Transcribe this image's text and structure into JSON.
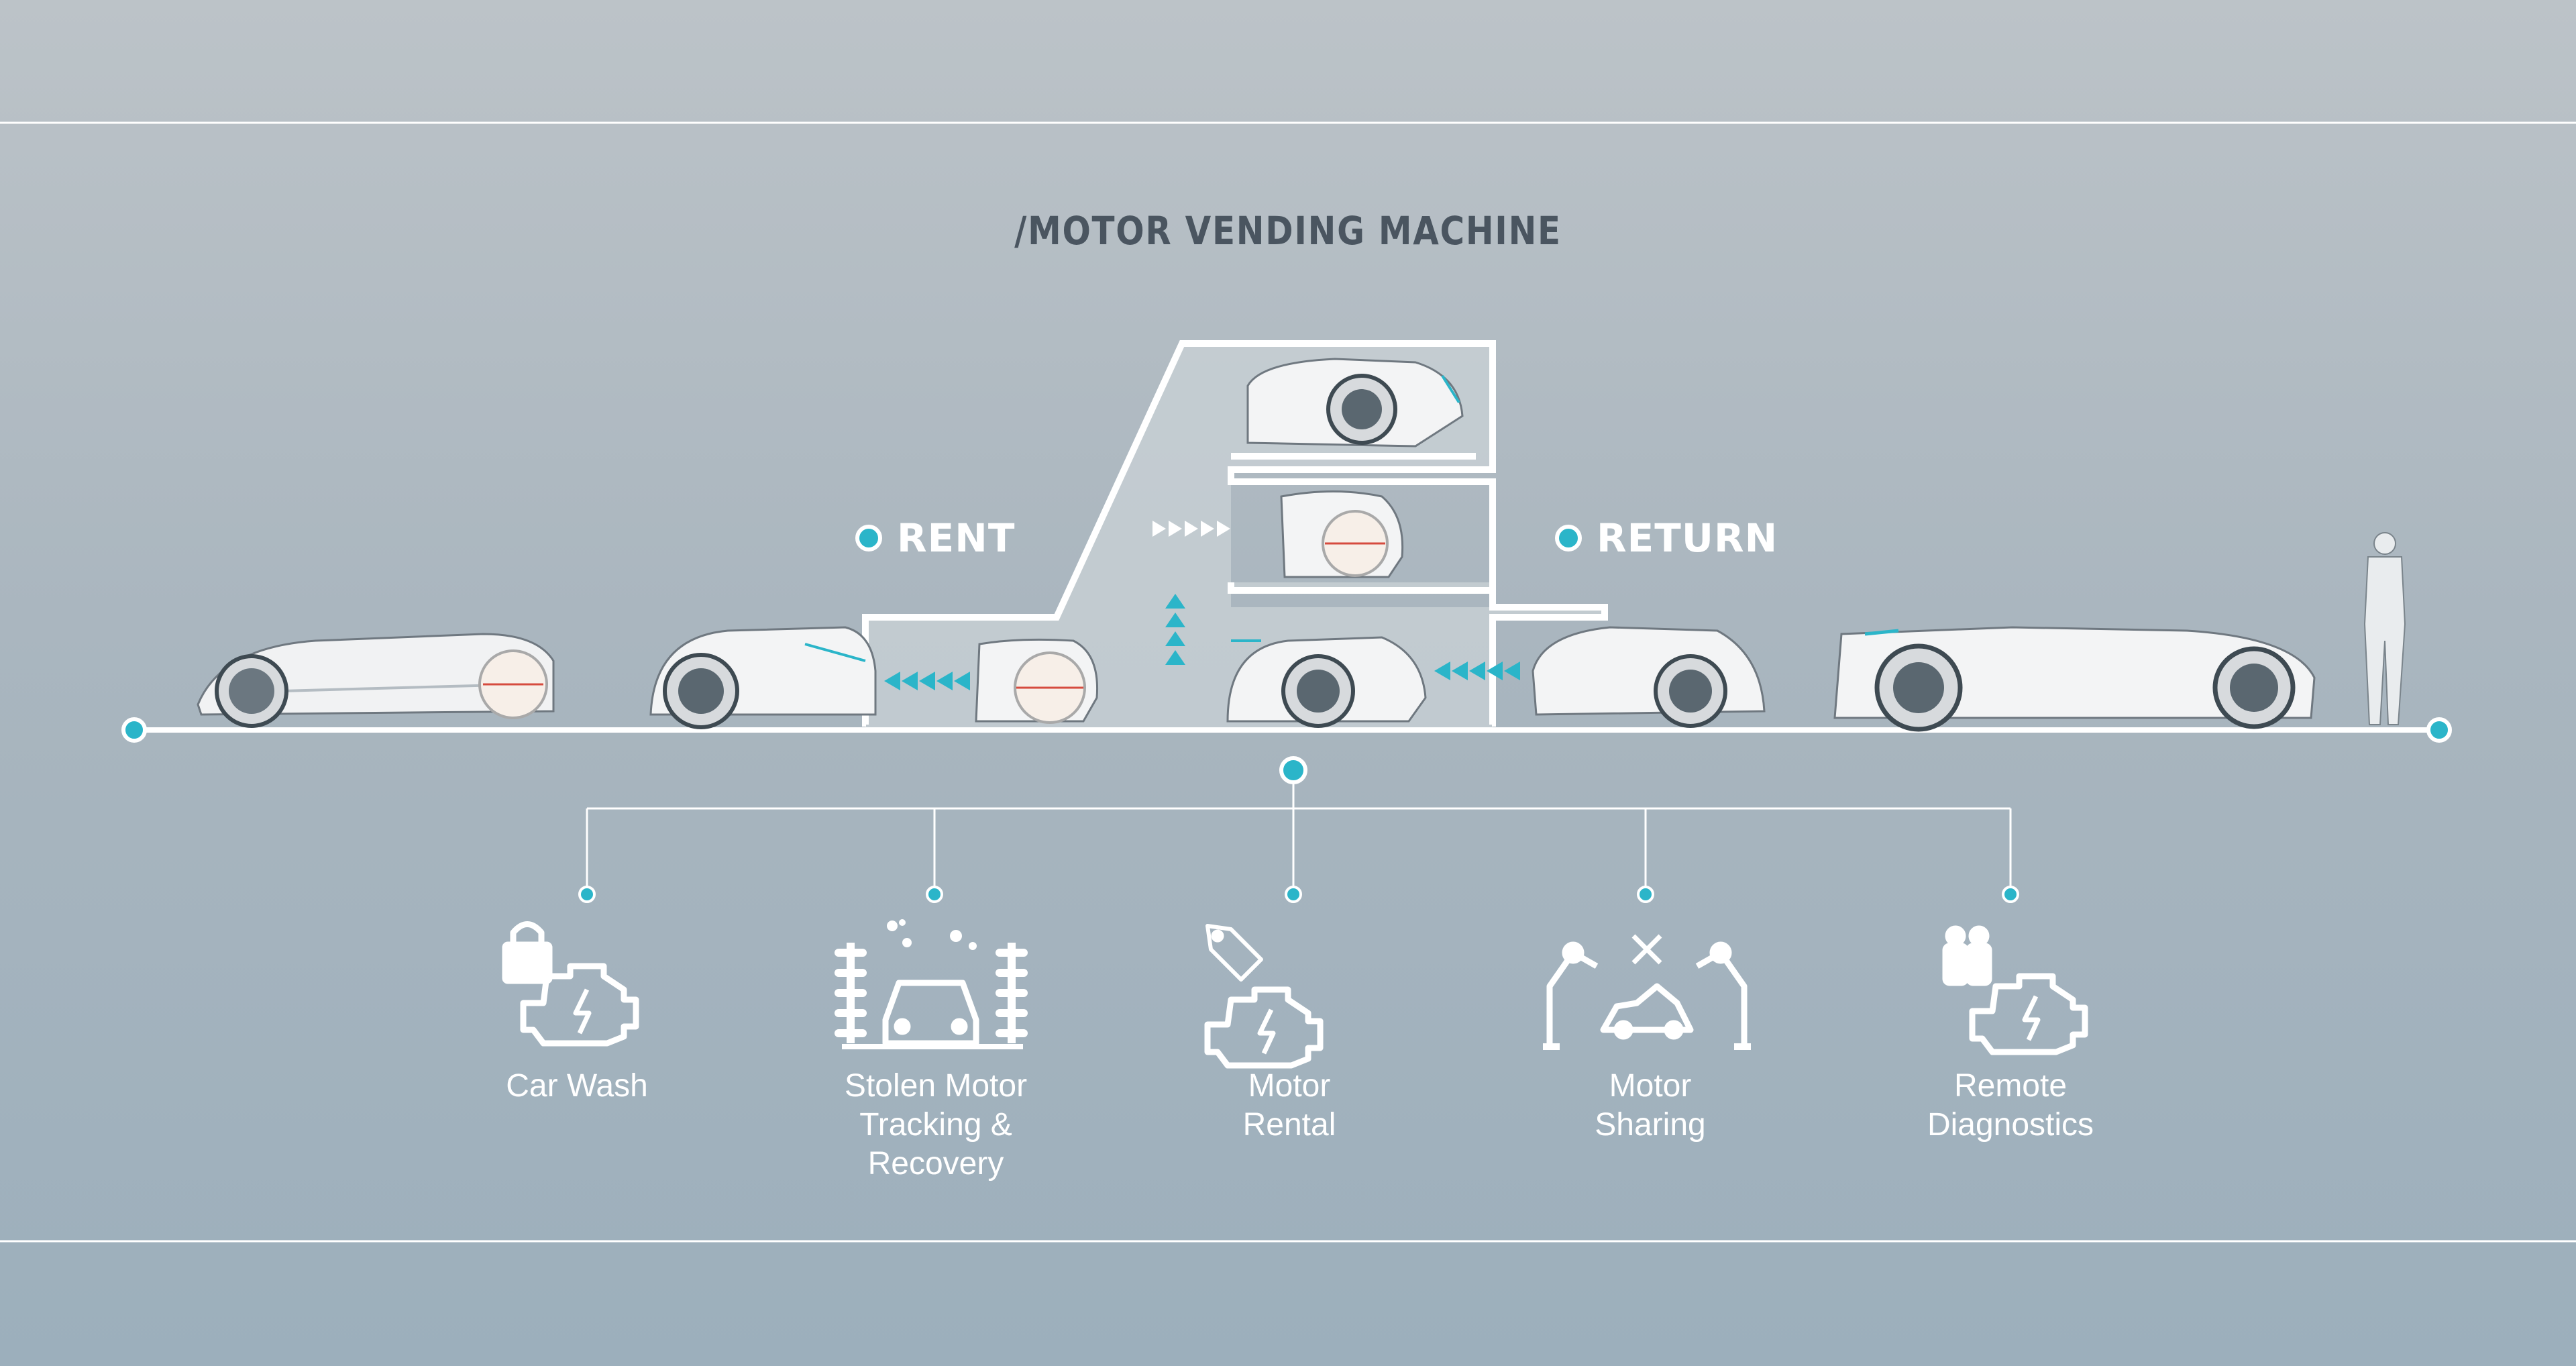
{
  "title": "/MOTOR VENDING MACHINE",
  "flow": {
    "rent_label": "RENT",
    "return_label": "RETURN"
  },
  "services": [
    {
      "label": "Car Wash",
      "icon": "engine-lock-icon"
    },
    {
      "label": "Stolen Motor\nTracking &\nRecovery",
      "icon": "car-wash-icon"
    },
    {
      "label": "Motor\nRental",
      "icon": "engine-price-tag-icon"
    },
    {
      "label": "Motor\nSharing",
      "icon": "robot-assembly-icon"
    },
    {
      "label": "Remote\nDiagnostics",
      "icon": "engine-people-icon"
    }
  ],
  "colors": {
    "accent": "#2bb5c9",
    "line": "#ffffff",
    "title": "#4a5560"
  }
}
